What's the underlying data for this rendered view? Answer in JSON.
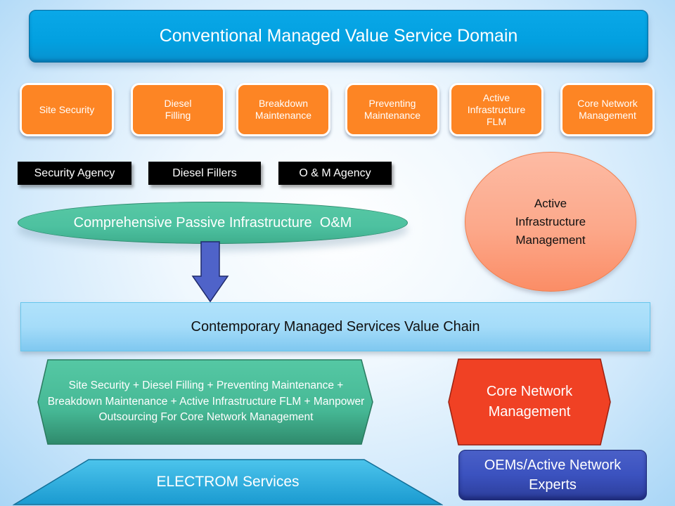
{
  "title": "Conventional Managed Value Service Domain",
  "services": [
    {
      "label": "Site Security"
    },
    {
      "label": "Diesel\nFilling"
    },
    {
      "label": "Breakdown\nMaintenance"
    },
    {
      "label": "Preventing\nMaintenance"
    },
    {
      "label": "Active\nInfrastructure\nFLM"
    },
    {
      "label": "Core Network\nManagement"
    }
  ],
  "agencies": [
    {
      "label": "Security Agency"
    },
    {
      "label": "Diesel Fillers"
    },
    {
      "label": "O & M Agency"
    }
  ],
  "passive_om": "Comprehensive Passive Infrastructure  O&M",
  "active_mgmt": "Active\nInfrastructure\nManagement",
  "value_chain": "Contemporary Managed Services Value Chain",
  "bundle": "Site Security + Diesel Filling + Preventing Maintenance + Breakdown Maintenance + Active Infrastructure FLM + Manpower Outsourcing For Core Network Management",
  "core_network": "Core Network\nManagement",
  "electrom": "ELECTROM Services",
  "oem": "OEMs/Active Network\nExperts",
  "colors": {
    "title_blue": "#02a0e0",
    "service_orange": "#fd8524",
    "agency_black": "#000000",
    "teal": "#4dc1a0",
    "salmon": "#fca88a",
    "light_blue": "#a5dcf9",
    "red": "#f04124",
    "indigo": "#3b52bf",
    "arrow_blue": "#4f63c9"
  }
}
